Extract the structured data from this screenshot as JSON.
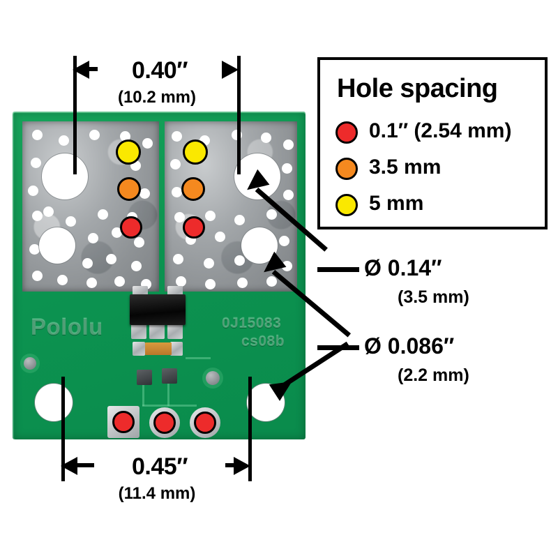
{
  "legend": {
    "title": "Hole spacing",
    "rows": [
      {
        "color": "#ED2B2B",
        "label": "0.1″ (2.54 mm)",
        "name": "legend-red"
      },
      {
        "color": "#F5891F",
        "label": "3.5 mm",
        "name": "legend-orange"
      },
      {
        "color": "#FAE800",
        "label": "5 mm",
        "name": "legend-yellow"
      }
    ]
  },
  "dimensions": {
    "top": {
      "main": "0.40″",
      "sub": "(10.2 mm)"
    },
    "bottom": {
      "main": "0.45″",
      "sub": "(11.4 mm)"
    }
  },
  "callouts": [
    {
      "main": "Ø 0.14″",
      "sub": "(3.5 mm)"
    },
    {
      "main": "Ø 0.086″",
      "sub": "(2.2 mm)"
    }
  ],
  "board": {
    "brand": "Pololu",
    "code_line1": "0J15083",
    "code_line2": "cs08b",
    "colors": {
      "pcb_green": "#0D9E54",
      "perf_gray": "#9a9ea1",
      "hole_white": "#FFFFFF",
      "red": "#ED2B2B",
      "orange": "#F5891F",
      "yellow": "#FAE800"
    }
  }
}
